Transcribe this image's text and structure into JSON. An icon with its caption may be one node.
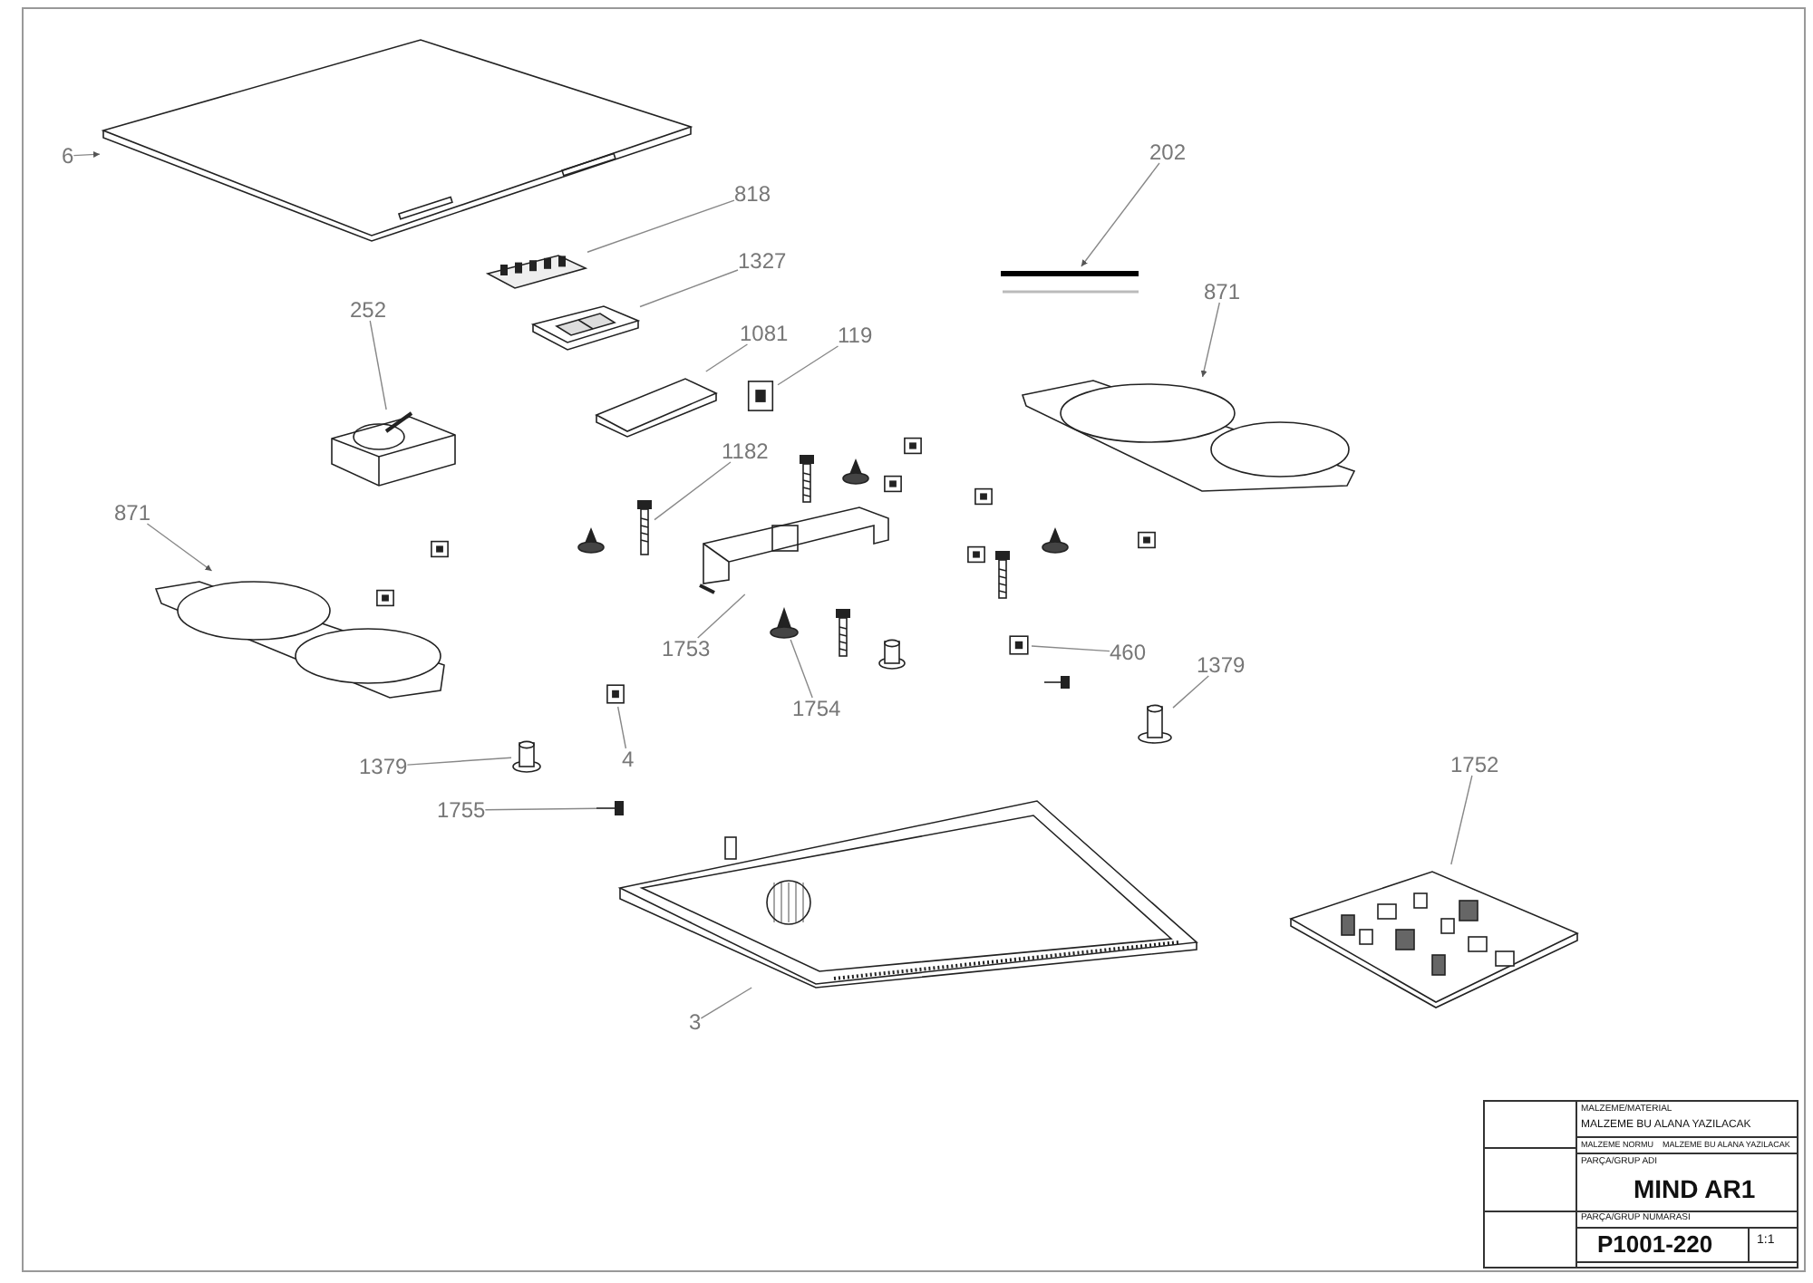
{
  "diagram": {
    "nodes": [
      {
        "text": [
          "6"
        ]
      },
      {
        "text": [],
        "shape": "picture"
      },
      {
        "text": [
          "202"
        ]
      },
      {
        "text": [],
        "shape": "picture"
      },
      {
        "text": [
          "818"
        ]
      },
      {
        "text": [],
        "shape": "picture"
      },
      {
        "text": [
          "1327"
        ]
      },
      {
        "text": [],
        "shape": "picture"
      },
      {
        "text": [
          "871"
        ]
      },
      {
        "text": [],
        "shape": "picture"
      },
      {
        "text": [
          "252"
        ]
      },
      {
        "text": [],
        "shape": "picture"
      },
      {
        "text": [
          "1081"
        ]
      },
      {
        "text": [],
        "shape": "picture"
      },
      {
        "text": [
          "119"
        ]
      },
      {
        "text": [],
        "shape": "picture"
      },
      {
        "text": [
          "1182"
        ]
      },
      {
        "text": [],
        "shape": "picture"
      },
      {
        "text": [
          "871"
        ]
      },
      {
        "text": [],
        "shape": "picture"
      },
      {
        "text": [
          "1753"
        ]
      },
      {
        "text": [],
        "shape": "picture"
      },
      {
        "text": [
          "460"
        ]
      },
      {
        "text": [],
        "shape": "picture"
      },
      {
        "text": [
          "1379"
        ]
      },
      {
        "text": [],
        "shape": "picture"
      },
      {
        "text": [
          "1754"
        ]
      },
      {
        "text": [],
        "shape": "picture"
      },
      {
        "text": [
          "1379"
        ]
      },
      {
        "text": [],
        "shape": "picture"
      },
      {
        "text": [
          "4"
        ]
      },
      {
        "text": [],
        "shape": "picture"
      },
      {
        "text": [
          "1755"
        ]
      },
      {
        "text": [],
        "shape": "picture"
      },
      {
        "text": [
          "1752"
        ]
      },
      {
        "text": [],
        "shape": "picture"
      },
      {
        "text": [
          "3"
        ]
      },
      {
        "text": [],
        "shape": "picture"
      }
    ],
    "edges": [
      {
        "from": 0,
        "to": 1,
        "arrow": "to"
      },
      {
        "from": 2,
        "to": 3,
        "arrow": "to"
      },
      {
        "from": 4,
        "to": 5,
        "arrow": "none"
      },
      {
        "from": 6,
        "to": 7,
        "arrow": "none"
      },
      {
        "from": 8,
        "to": 9,
        "arrow": "to"
      },
      {
        "from": 10,
        "to": 11,
        "arrow": "none"
      },
      {
        "from": 12,
        "to": 13,
        "arrow": "none"
      },
      {
        "from": 14,
        "to": 15,
        "arrow": "none"
      },
      {
        "from": 16,
        "to": 17,
        "arrow": "none"
      },
      {
        "from": 18,
        "to": 19,
        "arrow": "to"
      },
      {
        "from": 20,
        "to": 21,
        "arrow": "none"
      },
      {
        "from": 22,
        "to": 23,
        "arrow": "none"
      },
      {
        "from": 24,
        "to": 25,
        "arrow": "none"
      },
      {
        "from": 26,
        "to": 27,
        "arrow": "none"
      },
      {
        "from": 28,
        "to": 29,
        "arrow": "none"
      },
      {
        "from": 30,
        "to": 31,
        "arrow": "none"
      },
      {
        "from": 32,
        "to": 33,
        "arrow": "none"
      },
      {
        "from": 34,
        "to": 35,
        "arrow": "none"
      },
      {
        "from": 36,
        "to": 37,
        "arrow": "none"
      }
    ],
    "labels": [
      "MALZEME/MATERIAL",
      "MALZEME BU ALANA YAZILACAK",
      "MALZEME NORMU",
      "MALZEME BU ALANA YAZILACAK",
      "PARÇA/GRUP ADI",
      "MIND AR1",
      "PARÇA/GRUP NUMARASI",
      "P1001-220",
      "1:1"
    ]
  }
}
